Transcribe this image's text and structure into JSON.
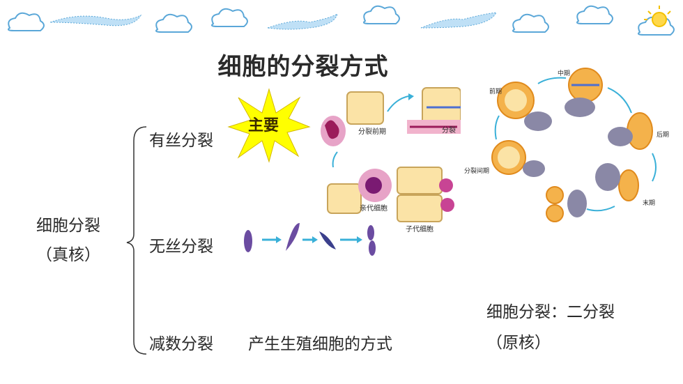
{
  "title": "细胞的分裂方式",
  "root": {
    "line1": "细胞分裂",
    "line2": "（真核）"
  },
  "branches": [
    {
      "label": "有丝分裂"
    },
    {
      "label": "无丝分裂"
    },
    {
      "label": "减数分裂",
      "note": "产生生殖细胞的方式"
    }
  ],
  "starburst_label": "主要",
  "mitosis_figure": {
    "labels": {
      "prophase": "分裂前期",
      "metaphase_partial": "分裂",
      "parent_cell": "亲代细胞",
      "daughter_cells": "子代细胞"
    }
  },
  "cycle_figure": {
    "labels": {
      "metaphase": "中期",
      "prophase": "前期",
      "anaphase": "后期",
      "interphase": "分裂间期",
      "telophase": "末期"
    }
  },
  "prokaryote": {
    "line1": "细胞分裂：二分裂",
    "line2": "（原核）"
  },
  "colors": {
    "cell_fill": "#fbe3a6",
    "cell_border": "#c8a45a",
    "arrow": "#3ab0d8",
    "star": "#ffff00",
    "chromatin": "#9b1b5a"
  }
}
